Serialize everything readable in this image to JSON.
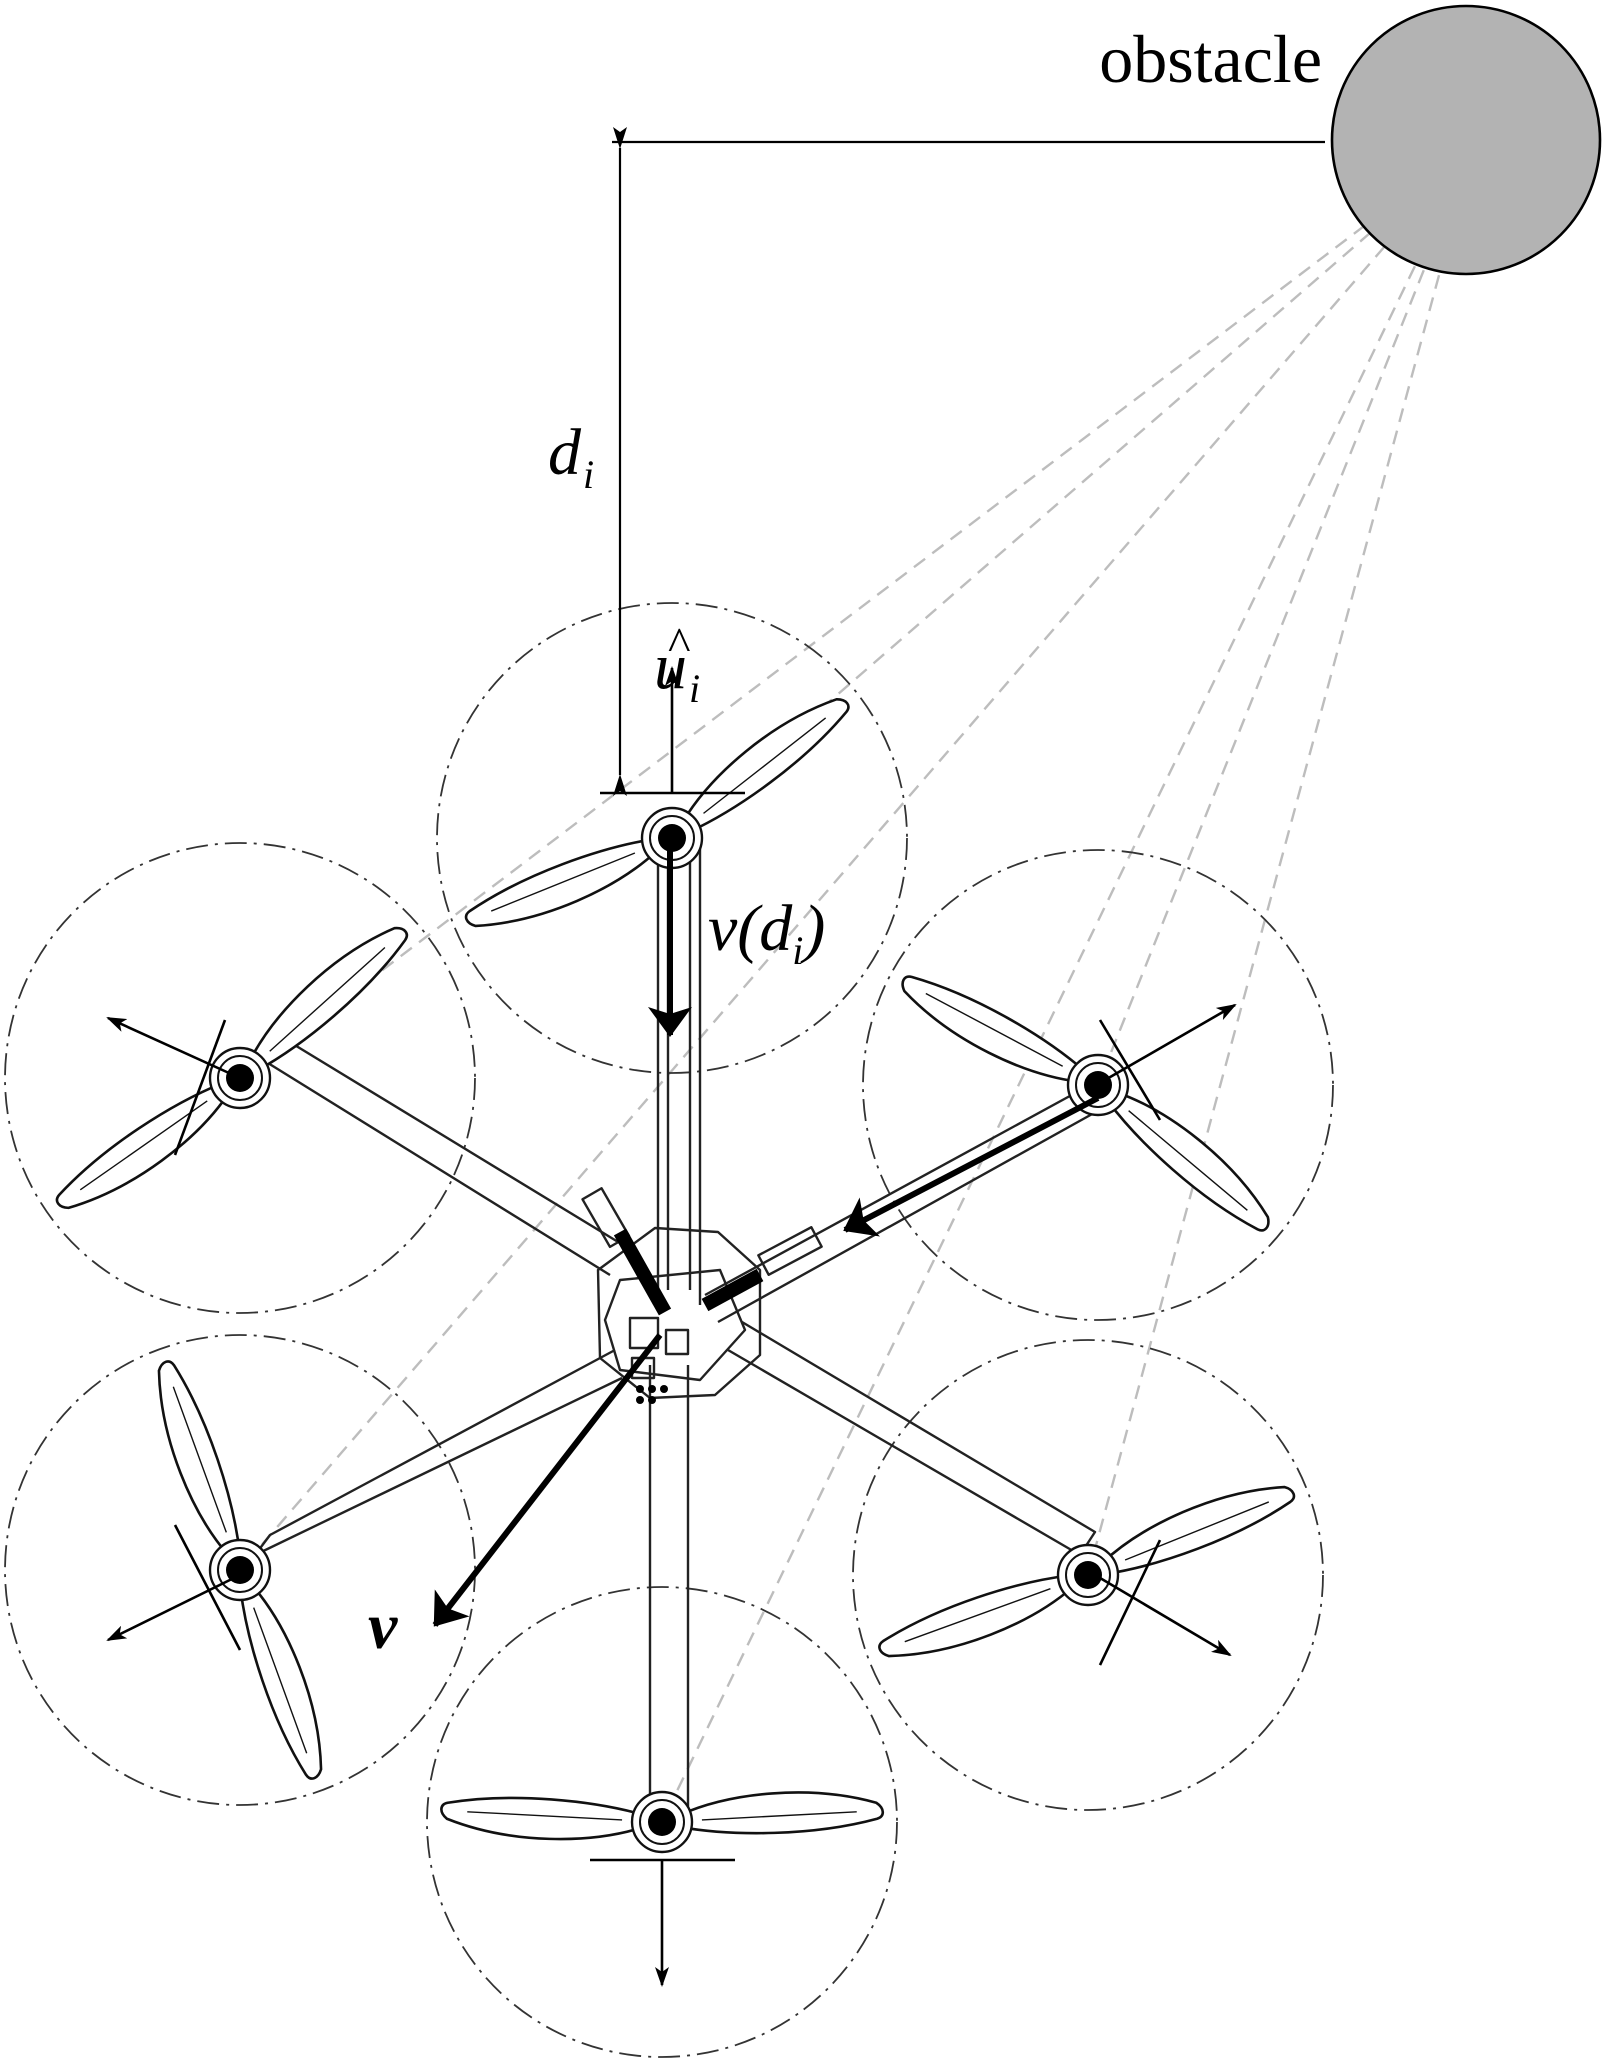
{
  "labels": {
    "obstacle": "obstacle",
    "distance_symbol": "d",
    "distance_subscript": "i",
    "direction_symbol": "u",
    "direction_subscript": "i",
    "rotor_velocity_prefix": "v(d",
    "rotor_velocity_subscript": "i",
    "rotor_velocity_suffix": ")",
    "velocity": "v"
  },
  "colors": {
    "obstacle_fill": "#b3b3b3",
    "ray_color": "#bdbdbd",
    "line_color": "#000000"
  },
  "icons": {
    "obstacle": "gray-circle",
    "rotor": "three-blade-propeller",
    "arrow": "arrowhead"
  }
}
